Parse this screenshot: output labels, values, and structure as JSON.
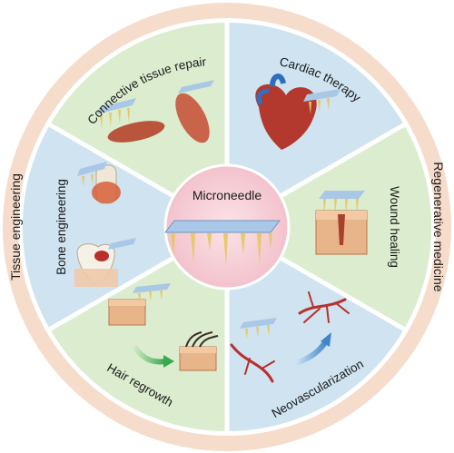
{
  "center": {
    "label": "Microneedle"
  },
  "outer_ring": {
    "left_label": "Tissue engineering",
    "right_label": "Regenerative medicine",
    "color": "#f6dccb"
  },
  "sectors": {
    "connective": {
      "label": "Connective tissue repair",
      "color": "#dbeccf"
    },
    "cardiac": {
      "label": "Cardiac therapy",
      "color": "#cfe3f1"
    },
    "wound": {
      "label": "Wound healing",
      "color": "#dbeccf"
    },
    "neovascularization": {
      "label": "Neovascularization",
      "color": "#cfe3f1"
    },
    "hair": {
      "label": "Hair regrowth",
      "color": "#dbeccf"
    },
    "bone": {
      "label": "Bone engineering",
      "color": "#cfe3f1"
    }
  },
  "colors": {
    "center_fill": "#f7cfd6",
    "needle_patch": "#a9c7e6",
    "needle_tip": "#e7c86a",
    "tissue": "#e3a87a",
    "vessel": "#b8302c"
  }
}
